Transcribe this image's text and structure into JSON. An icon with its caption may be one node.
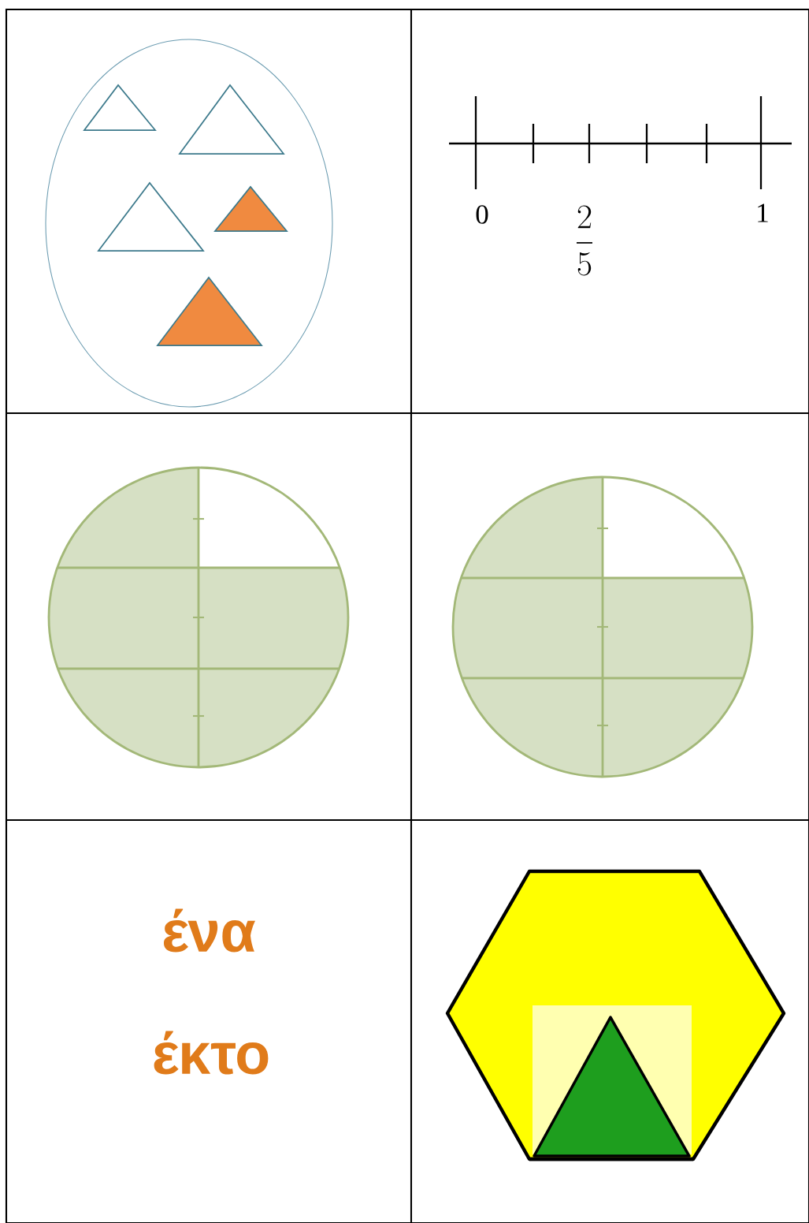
{
  "diagram": {
    "labels": [
      "0",
      "\\frac{2}{5}",
      "1",
      "ένα",
      "έκτο"
    ]
  }
}
